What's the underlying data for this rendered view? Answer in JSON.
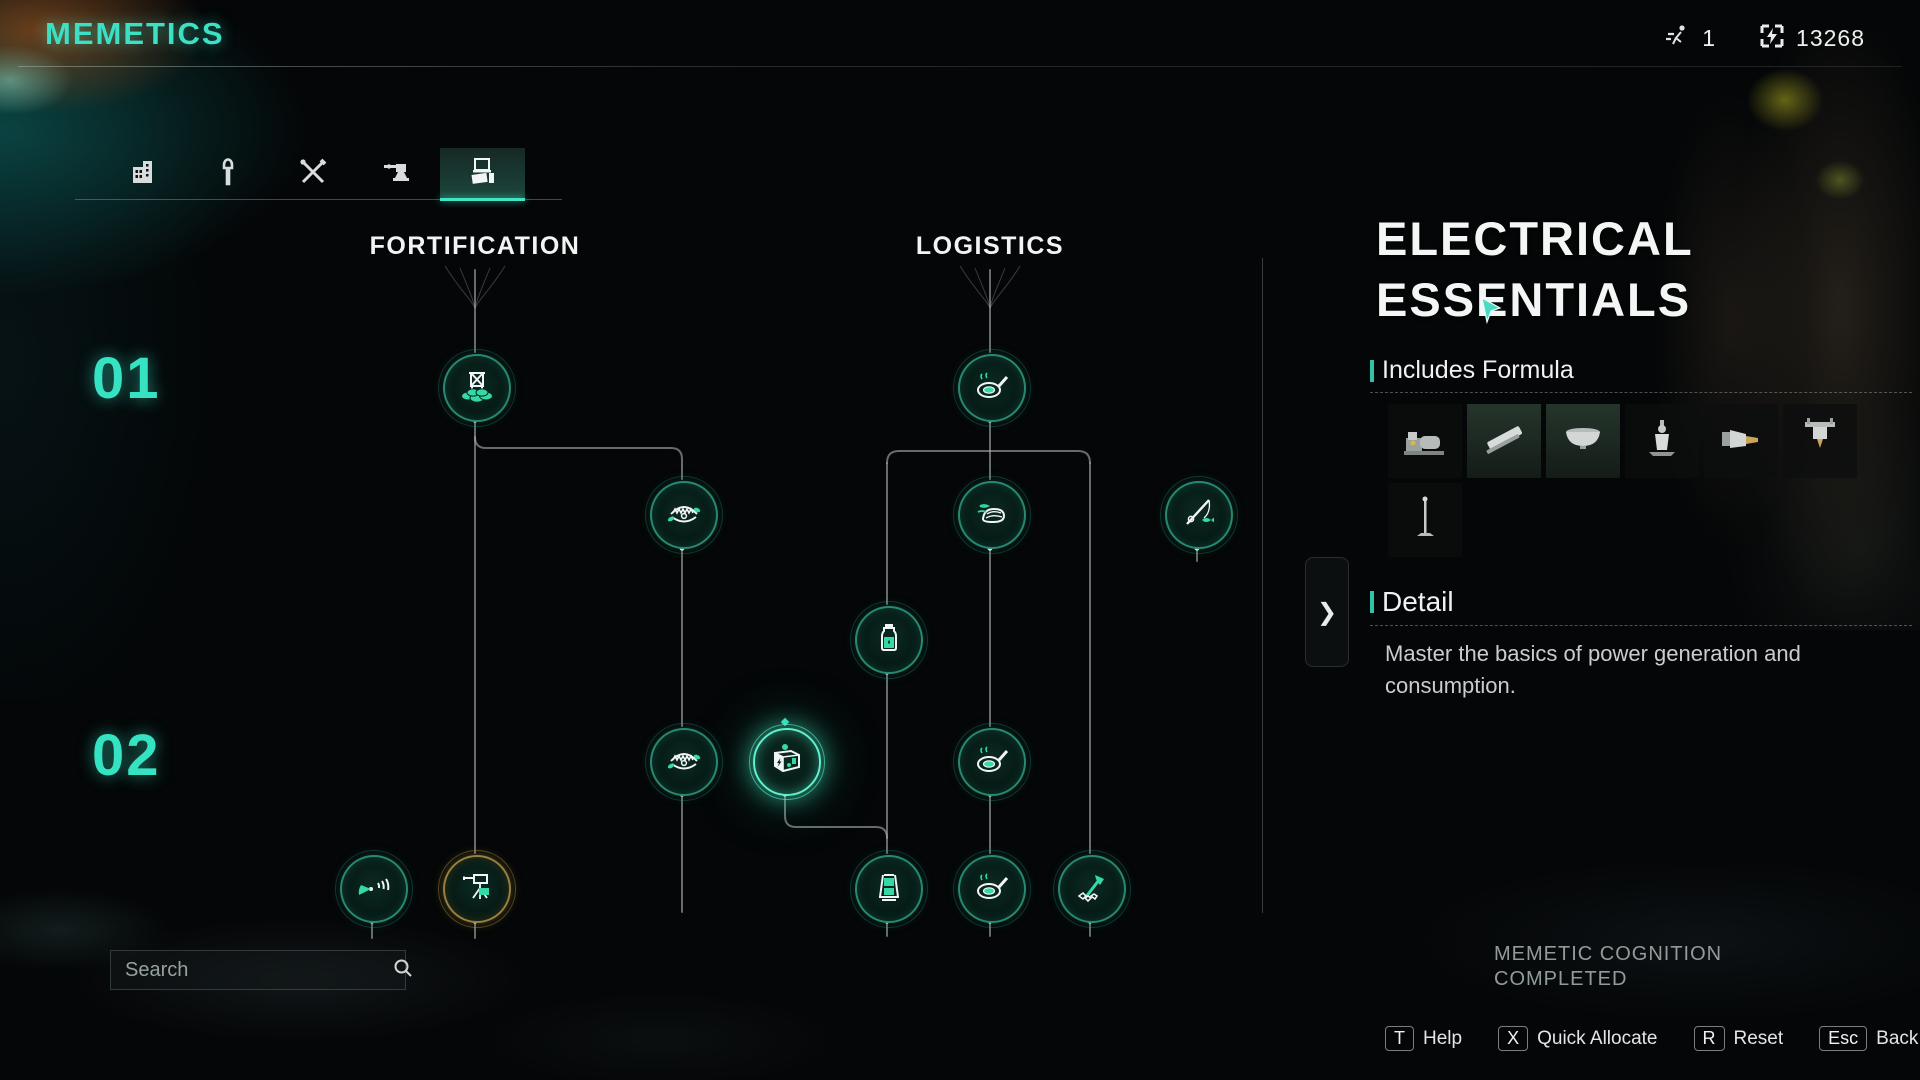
{
  "header": {
    "title": "MEMETICS",
    "currencies": [
      {
        "icon": "specialization-icon",
        "value": "1"
      },
      {
        "icon": "energy-credits-icon",
        "value": "13268"
      }
    ]
  },
  "tabs": {
    "selected_index": 4,
    "items": [
      {
        "icon": "base-building-icon"
      },
      {
        "icon": "wrench-icon"
      },
      {
        "icon": "crafting-tools-icon"
      },
      {
        "icon": "turret-icon"
      },
      {
        "icon": "appliance-icon"
      }
    ]
  },
  "tree": {
    "tiers": [
      "01",
      "02"
    ],
    "columns": [
      {
        "label": "FORTIFICATION",
        "nodes": [
          "watchtower-icon",
          "bear-trap-icon",
          "bear-trap-2-icon",
          "radar-icon",
          "mounted-turret-icon"
        ]
      },
      {
        "label": "LOGISTICS",
        "nodes": [
          "frying-pan-icon",
          "steamed-food-icon",
          "water-bottle-icon",
          "frying-pan-2-icon",
          "camp-stove-icon",
          "frying-pan-3-icon",
          "axe-mining-icon",
          "fishing-icon"
        ]
      }
    ],
    "selected_node": {
      "name": "electrical-essentials",
      "icon": "generator-icon"
    }
  },
  "panel": {
    "title": "ELECTRICAL ESSENTIALS",
    "includes_label": "Includes Formula",
    "formulas": [
      "generator-icon",
      "tube-light-icon",
      "ceiling-lamp-icon",
      "wall-lamp-icon",
      "spotlight-icon",
      "hanging-lamp-icon",
      "floor-lamp-icon"
    ],
    "detail_label": "Detail",
    "detail_text": "Master the basics of power generation and consumption."
  },
  "status": {
    "line1": "MEMETIC COGNITION",
    "line2": "COMPLETED"
  },
  "search": {
    "placeholder": "Search"
  },
  "hotkeys": [
    {
      "key": "T",
      "label": "Help"
    },
    {
      "key": "X",
      "label": "Quick Allocate"
    },
    {
      "key": "R",
      "label": "Reset"
    },
    {
      "key": "Esc",
      "label": "Back"
    }
  ],
  "colors": {
    "accent": "#3ce0c4",
    "node_ring": "#2e9e84",
    "gold_ring": "#a88c40",
    "line": "#a8b0b0"
  }
}
